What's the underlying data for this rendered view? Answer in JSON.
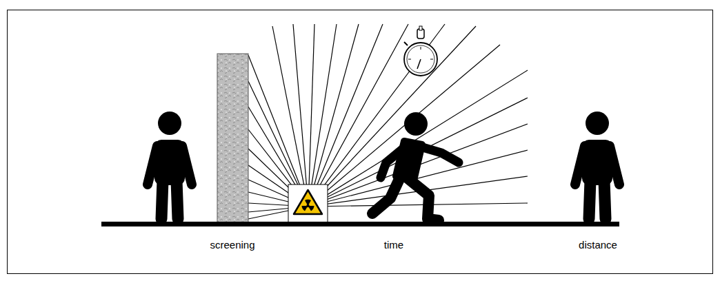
{
  "diagram": {
    "labels": [
      "screening",
      "time",
      "distance"
    ]
  }
}
